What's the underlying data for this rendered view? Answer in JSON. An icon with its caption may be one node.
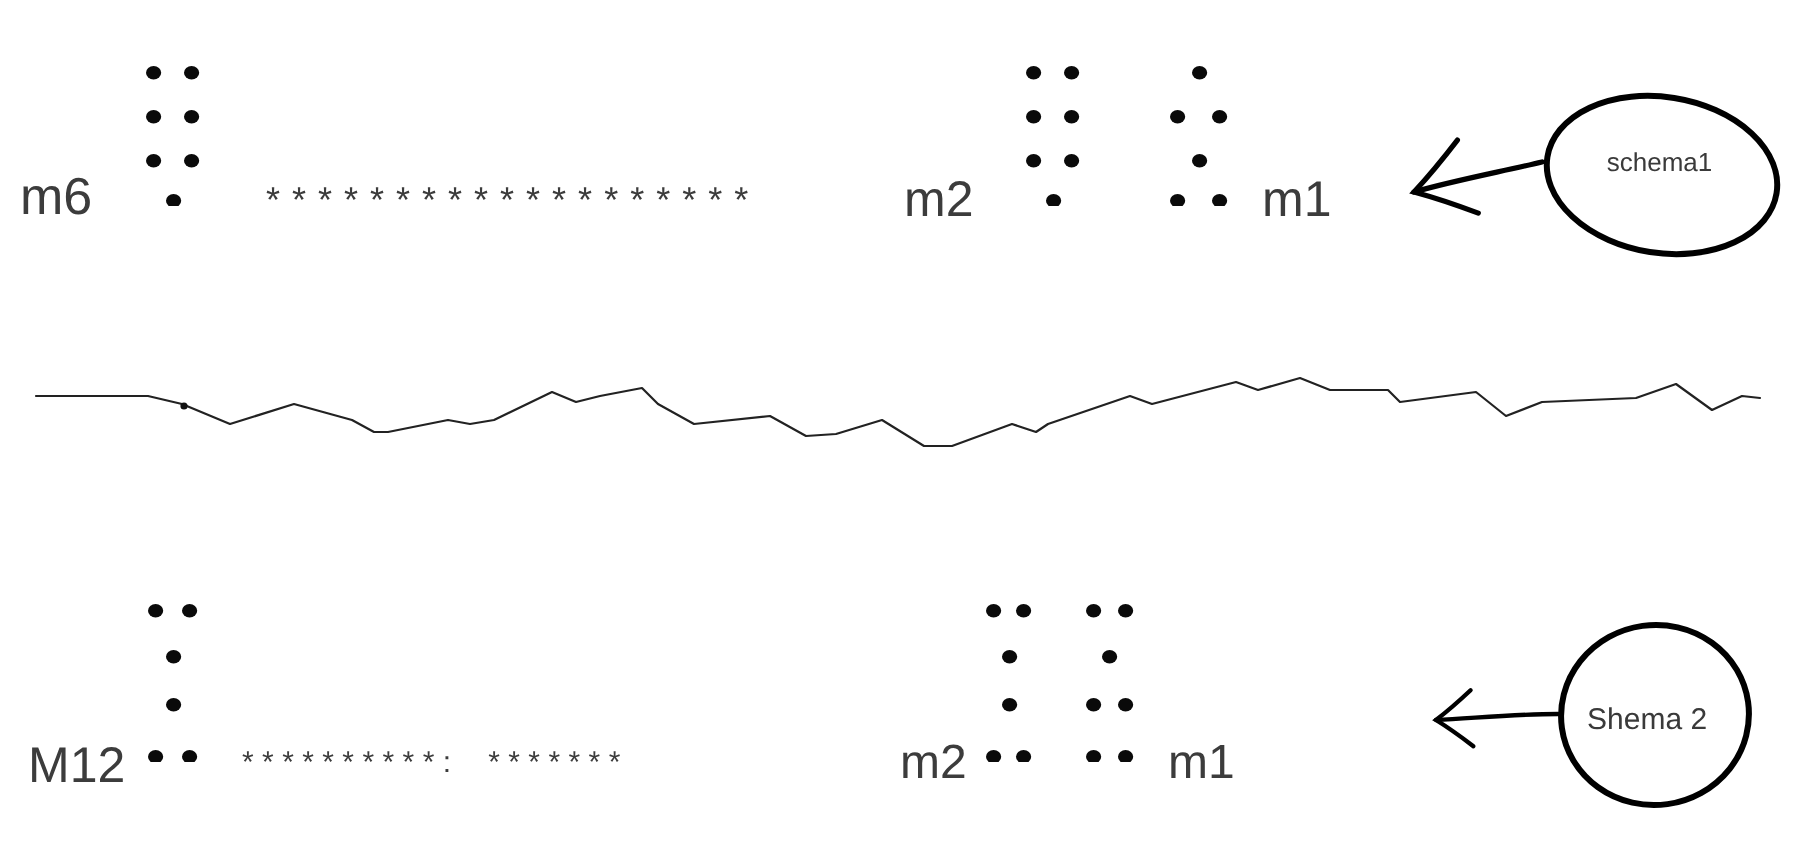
{
  "diagram": {
    "nodes": [
      {
        "text": [
          "schema1"
        ]
      },
      {
        "text": [
          "Shema 2"
        ]
      }
    ],
    "edges": [
      {
        "from": 0,
        "to": null,
        "arrow": "to"
      },
      {
        "from": 1,
        "to": null,
        "arrow": "to"
      }
    ],
    "labels": [
      "m6",
      "*******************",
      "m2",
      "m1",
      "M12",
      "**********: *******",
      "m2",
      "m1"
    ]
  }
}
